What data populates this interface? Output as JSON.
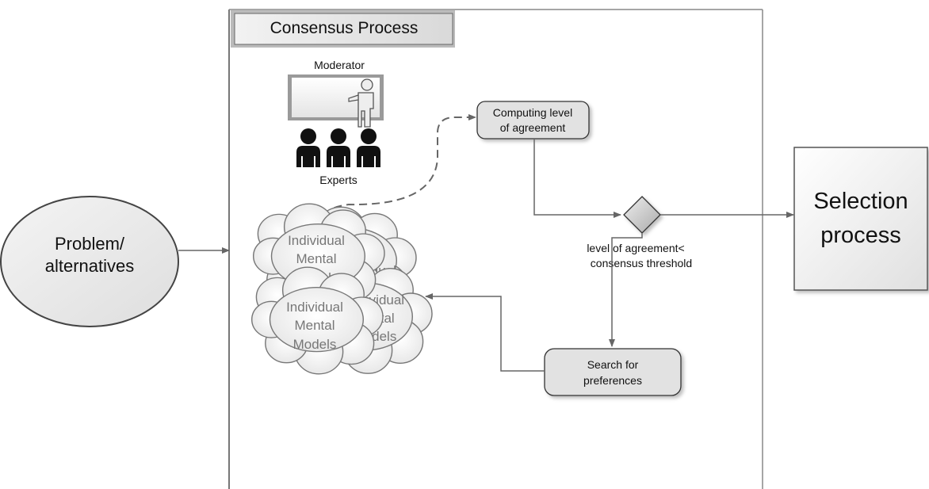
{
  "process_box": {
    "title": "Consensus Process"
  },
  "problem": {
    "line1": "Problem/",
    "line2": "alternatives"
  },
  "moderator_label": "Moderator",
  "experts_label": "Experts",
  "computing": {
    "line1": "Computing level",
    "line2": "of agreement"
  },
  "condition": {
    "line1": "level of agreement<",
    "line2": "consensus threshold"
  },
  "search": {
    "line1": "Search for",
    "line2": "preferences"
  },
  "selection": {
    "line1": "Selection",
    "line2": "process"
  },
  "clouds": {
    "front_top": {
      "line1": "Individual",
      "line2": "Mental",
      "line3": "Models"
    },
    "back_top_partial": {
      "line1": "idual"
    },
    "back_bottom_partial": {
      "line1": "ividual",
      "line2": "ntal",
      "line3": "odels"
    },
    "front_bottom": {
      "line1": "Individual",
      "line2": "Mental",
      "line3": "Models"
    }
  },
  "colors": {
    "stroke": "#555555",
    "fill_gray": "#e2e2e2",
    "text": "#111111",
    "cloud_text": "#777777"
  }
}
